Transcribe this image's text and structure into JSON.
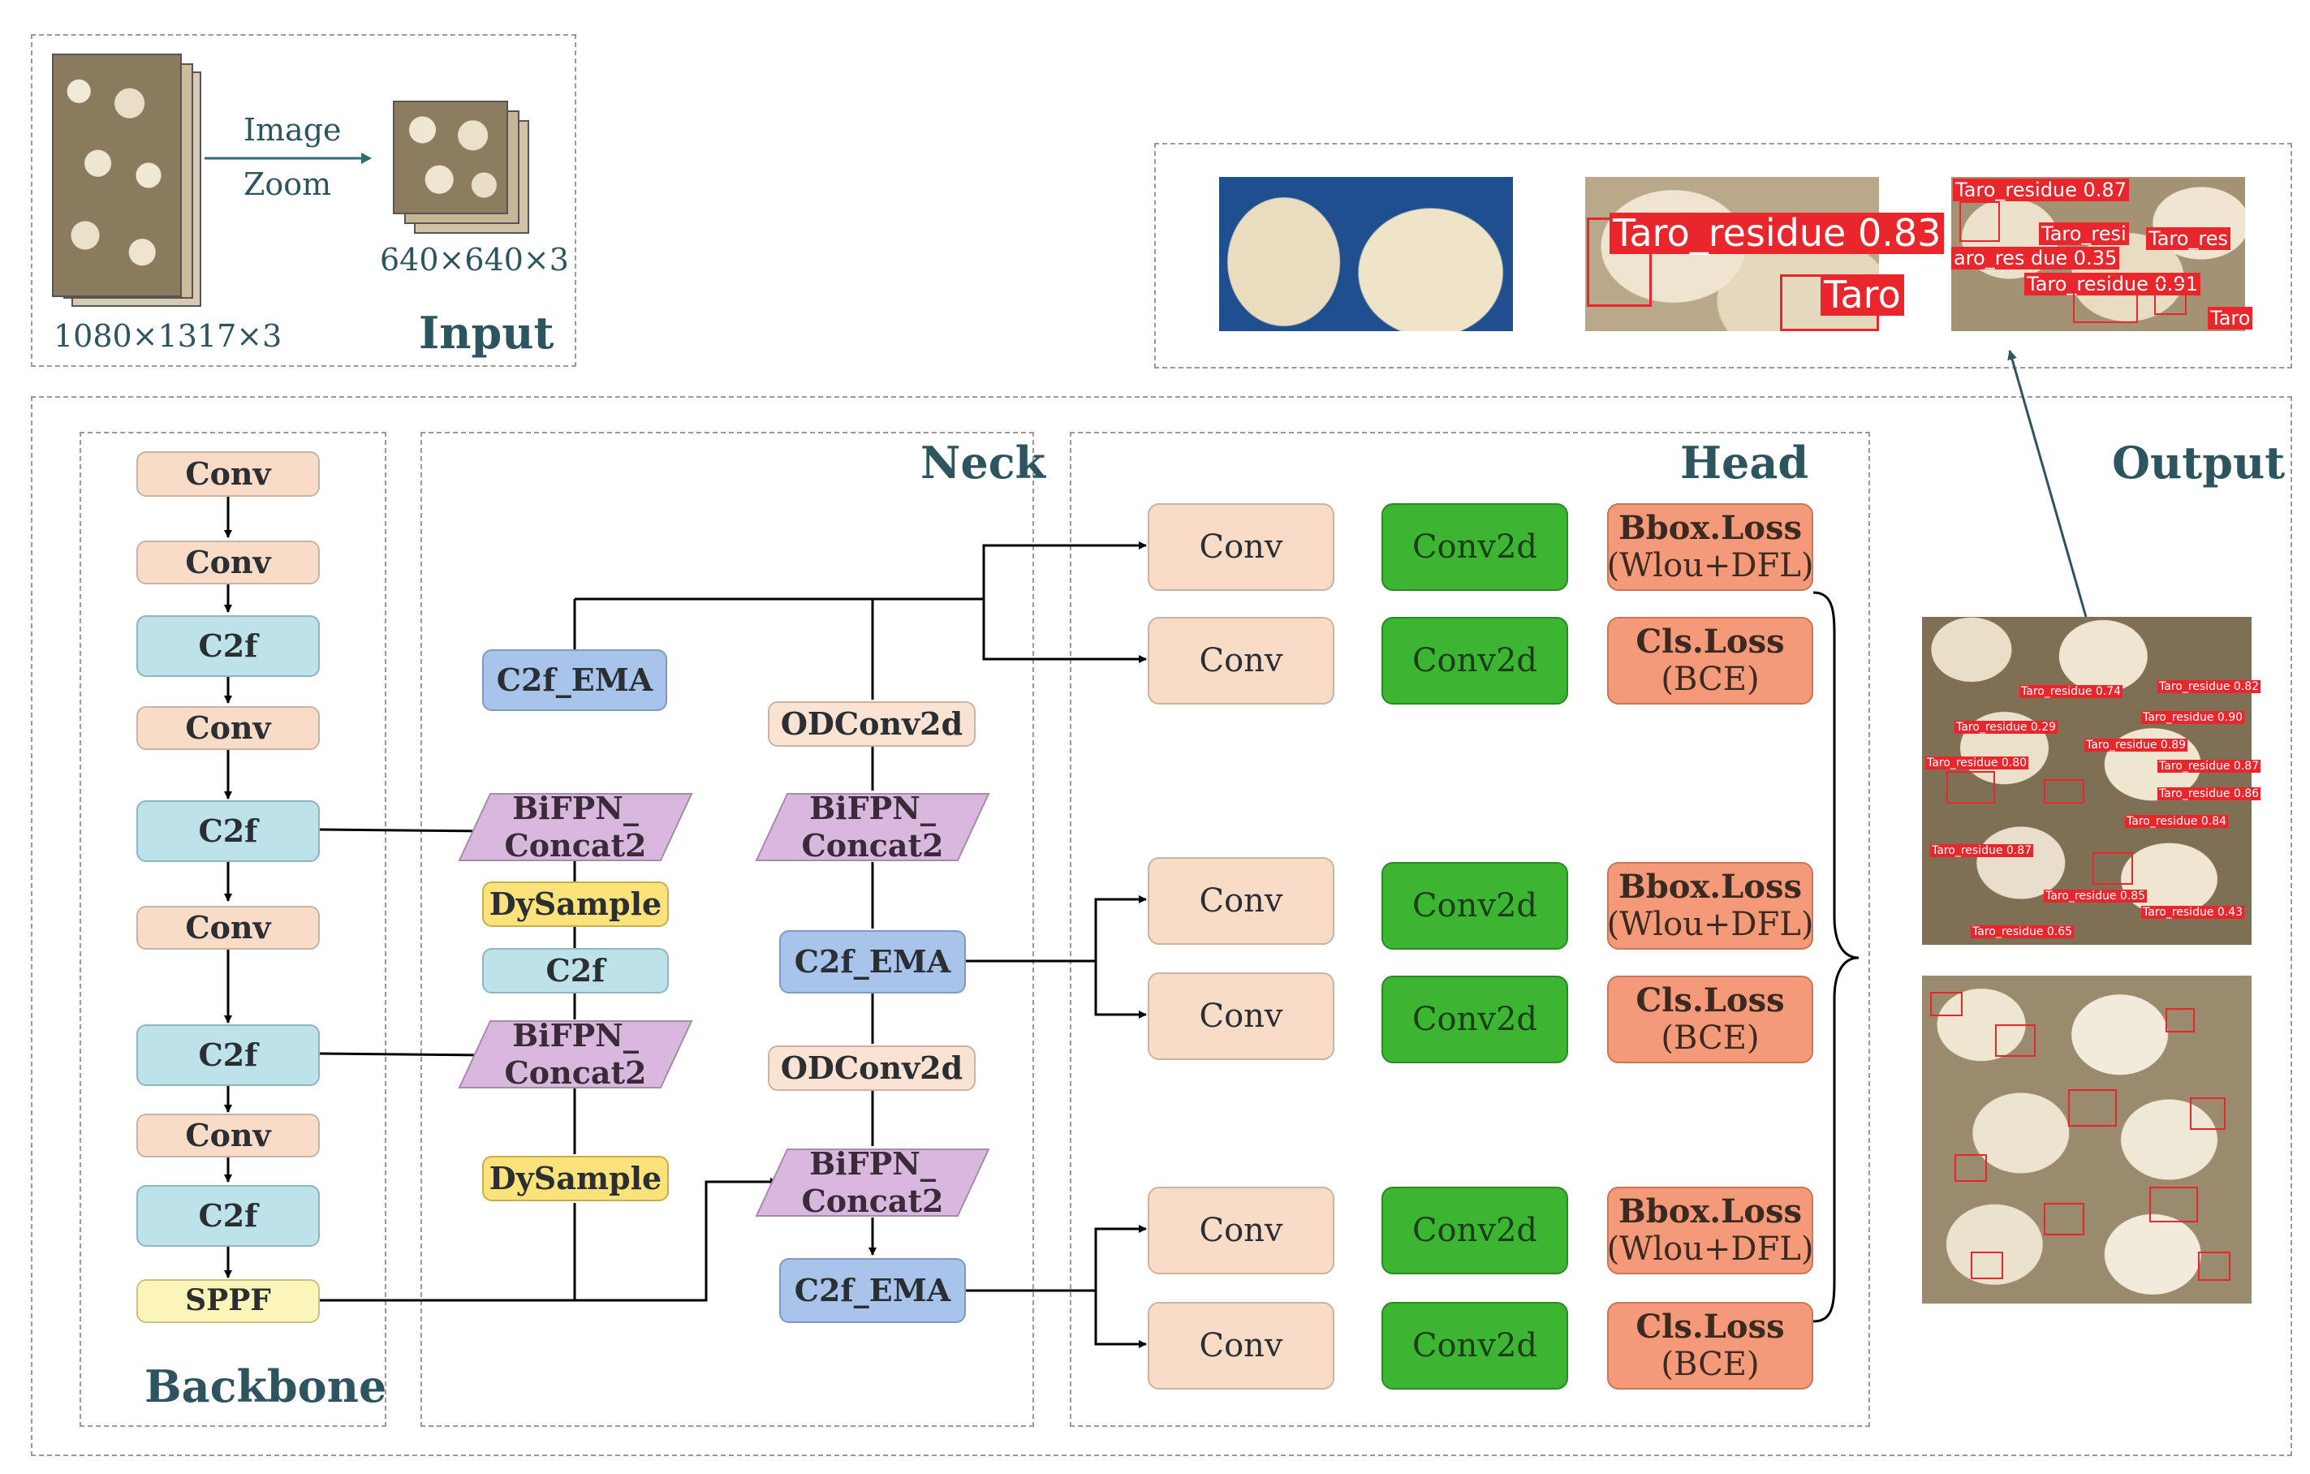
{
  "input": {
    "title": "Input",
    "arrow_top": "Image",
    "arrow_bottom": "Zoom",
    "src_size": "1080×1317×3",
    "dst_size": "640×640×3"
  },
  "sections": {
    "backbone": "Backbone",
    "neck": "Neck",
    "head": "Head",
    "output": "Output"
  },
  "backbone": {
    "b1": "Conv",
    "b2": "Conv",
    "b3": "C2f",
    "b4": "Conv",
    "b5": "C2f",
    "b6": "Conv",
    "b7": "C2f",
    "b8": "Conv",
    "b9": "C2f",
    "b10": "SPPF"
  },
  "neck": {
    "ema_top": "C2f_EMA",
    "bifpn1_a": "BiFPN_",
    "bifpn1_b": "Concat2",
    "dys1": "DySample",
    "c2f": "C2f",
    "bifpn2_a": "BiFPN_",
    "bifpn2_b": "Concat2",
    "dys2": "DySample",
    "od1": "ODConv2d",
    "bifpn3_a": "BiFPN_",
    "bifpn3_b": "Concat2",
    "ema_mid": "C2f_EMA",
    "od2": "ODConv2d",
    "bifpn4_a": "BiFPN_",
    "bifpn4_b": "Concat2",
    "ema_bot": "C2f_EMA"
  },
  "head": {
    "conv": "Conv",
    "conv2d": "Conv2d",
    "bbox_loss": "Bbox.Loss",
    "bbox_loss_sub": "(Wlou+DFL)",
    "cls_loss": "Cls.Loss",
    "cls_loss_sub": "(BCE)"
  },
  "detections": {
    "top_mid": [
      "Taro_residue 0.83",
      "Taro"
    ],
    "top_right": [
      "Taro_residue 0.87",
      "Taro_resi",
      "Taro_res",
      "aro_res due 0.35",
      "Taro_residue 0.91",
      "Taro"
    ],
    "out_main": [
      "Taro_residue 0.74",
      "Taro_residue 0.82",
      "Taro_residue 0.90",
      "Taro_residue 0.29",
      "Taro_residue 0.89",
      "Taro_residue 0.80",
      "Taro_residue 0.87",
      "Taro_residue 0.84",
      "Taro_residue 0.86",
      "Taro_residue 0.87",
      "Taro_residue 0.85",
      "Taro_residue 0.43",
      "Taro_residue 0.65"
    ]
  },
  "colors": {
    "accent_text": "#2d5560",
    "conv": "#f8dcc8",
    "c2f": "#bde2ea",
    "ema": "#a8c4ea",
    "bifpn": "#d8b8dc",
    "dysample": "#fbe27a",
    "conv2d": "#3cb532",
    "loss": "#f59a79",
    "detection_red": "#e8262b"
  }
}
